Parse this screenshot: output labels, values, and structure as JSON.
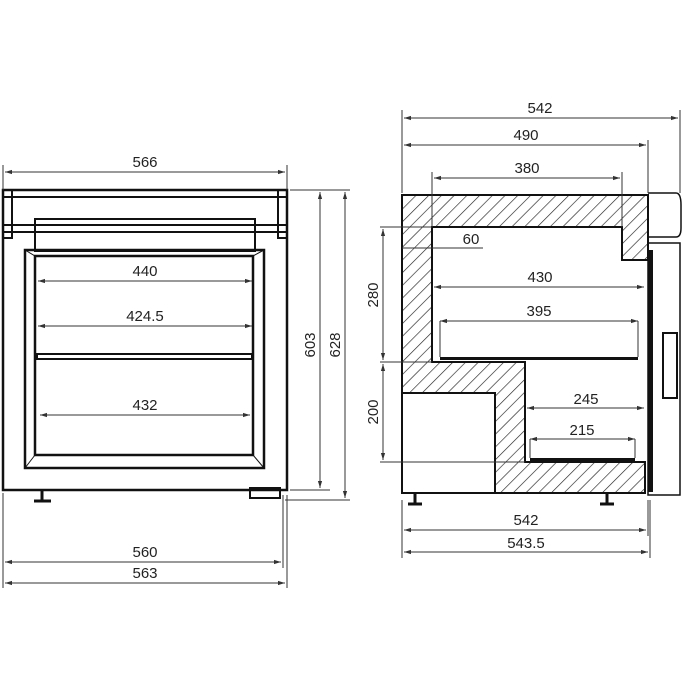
{
  "front_view": {
    "overall_width": "566",
    "inner_width_top": "440",
    "inner_width_mid": "424.5",
    "inner_width_bottom": "432",
    "body_height": "603",
    "overall_height": "628",
    "base_width": "560",
    "base_width_total": "563"
  },
  "side_view": {
    "overall_depth": "542",
    "body_depth": "490",
    "top_opening": "380",
    "wall_thickness": "60",
    "upper_inner_depth": "430",
    "upper_shelf_depth": "395",
    "upper_height": "280",
    "lower_height": "200",
    "lower_inner_depth": "245",
    "lower_shelf_depth": "215",
    "base_depth": "542",
    "base_depth_total": "543.5"
  }
}
